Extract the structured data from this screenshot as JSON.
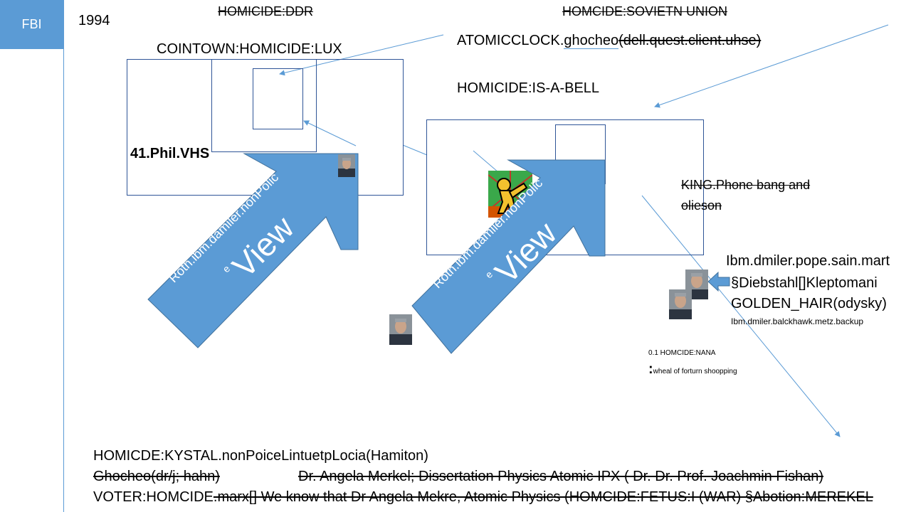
{
  "colors": {
    "accent": "#5b9bd5",
    "frame": "#2f5597",
    "arrow_fill": "#5b9bd5"
  },
  "sidebar": {
    "tag": "FBI",
    "year": "1994"
  },
  "top": {
    "left_title": "HOMICIDE:DDR",
    "right_title": "HOMCIDE:SOVIETN UNION",
    "left_sub": "COINTOWN:HOMICIDE:LUX",
    "clock_prefix": "ATOMICCLOCK.",
    "clock_link": "ghocheo",
    "clock_struck": "(dell.quest.client.uhse)",
    "bell": "HOMICIDE:IS-A-BELL"
  },
  "left_panel": {
    "label": "41.Phil.VHS"
  },
  "arrows": [
    {
      "small_text": "Roth.ibm.damiler.nonPolic",
      "prefix": "e",
      "big": "View"
    },
    {
      "small_text": "Roth.ibm.damiler.nonPolic",
      "prefix": "e",
      "big": "View"
    }
  ],
  "right_notes": {
    "king_line1": "KING.Phone bang and",
    "king_line2": "olieson",
    "ibm": "Ibm.dmiler.pope.sain.mart",
    "diebstahl": "§Diebstahl[]Kleptomani",
    "golden": "GOLDEN_HAIR(odysky)",
    "backup": "Ibm.dmiler.balckhawk.metz.backup",
    "nana": "0.1 HOMCIDE:NANA",
    "colon": ":",
    "wheal": "wheal of forturn shoopping"
  },
  "bottom": {
    "line1": "HOMICDE:KYSTAL.nonPoiceLintuetpLocia(Hamiton)",
    "line2a": "Ghocheo(dr/j; hahn)",
    "line2b": "Dr. Angela Merkel; Dissertation Physics Atomic  IPX ( Dr. Dr. Prof. Joachmin Fishan)",
    "line3a": "VOTER:HOMCIDE",
    "line3b": ".marx[]  We know that Dr Angela Mekre, Atomic Physics (HOMCIDE:FETUS:I (WAR) §Abotion:MEREKEL"
  }
}
